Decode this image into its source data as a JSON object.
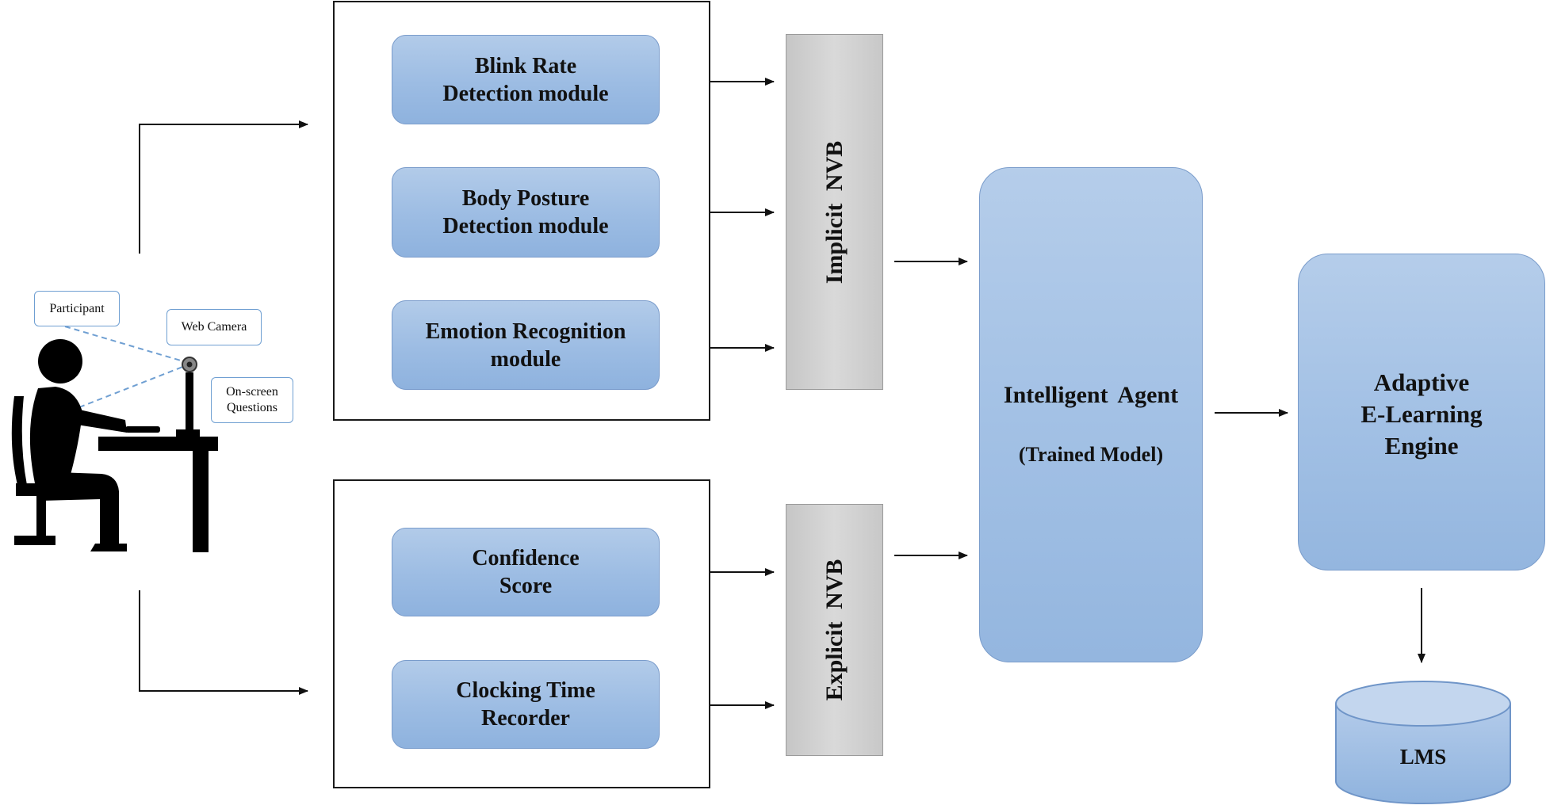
{
  "implicit_modules": {
    "blink": "Blink Rate\nDetection module",
    "posture": "Body Posture\nDetection module",
    "emotion": "Emotion Recognition\nmodule"
  },
  "explicit_modules": {
    "confidence": "Confidence\nScore",
    "clocking": "Clocking Time\nRecorder"
  },
  "nvb": {
    "implicit": "Implicit NVB",
    "explicit": "Explicit NVB"
  },
  "agent": {
    "title": "Intelligent Agent",
    "subtitle": "(Trained Model)"
  },
  "engine": {
    "line1": "Adaptive",
    "line2": "E-Learning",
    "line3": "Engine"
  },
  "lms": {
    "label": "LMS"
  },
  "participant": {
    "participant_label": "Participant",
    "camera_label": "Web Camera",
    "questions_label": "On-screen\nQuestions"
  },
  "colors": {
    "module_fill": "#9cbce3",
    "nvb_fill": "#d0d0d0",
    "callout_border": "#6f9fd2"
  }
}
